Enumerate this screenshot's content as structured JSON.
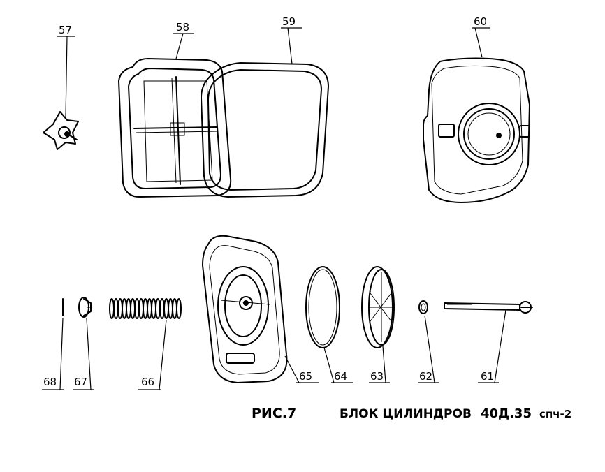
{
  "caption": {
    "figure": "РИС.7",
    "title": "БЛОК ЦИЛИНДРОВ",
    "model": "40Д.35",
    "suffix": "спч-2"
  },
  "callouts": {
    "p57": "57",
    "p58": "58",
    "p59": "59",
    "p60": "60",
    "p61": "61",
    "p62": "62",
    "p63": "63",
    "p64": "64",
    "p65": "65",
    "p66": "66",
    "p67": "67",
    "p68": "68"
  }
}
